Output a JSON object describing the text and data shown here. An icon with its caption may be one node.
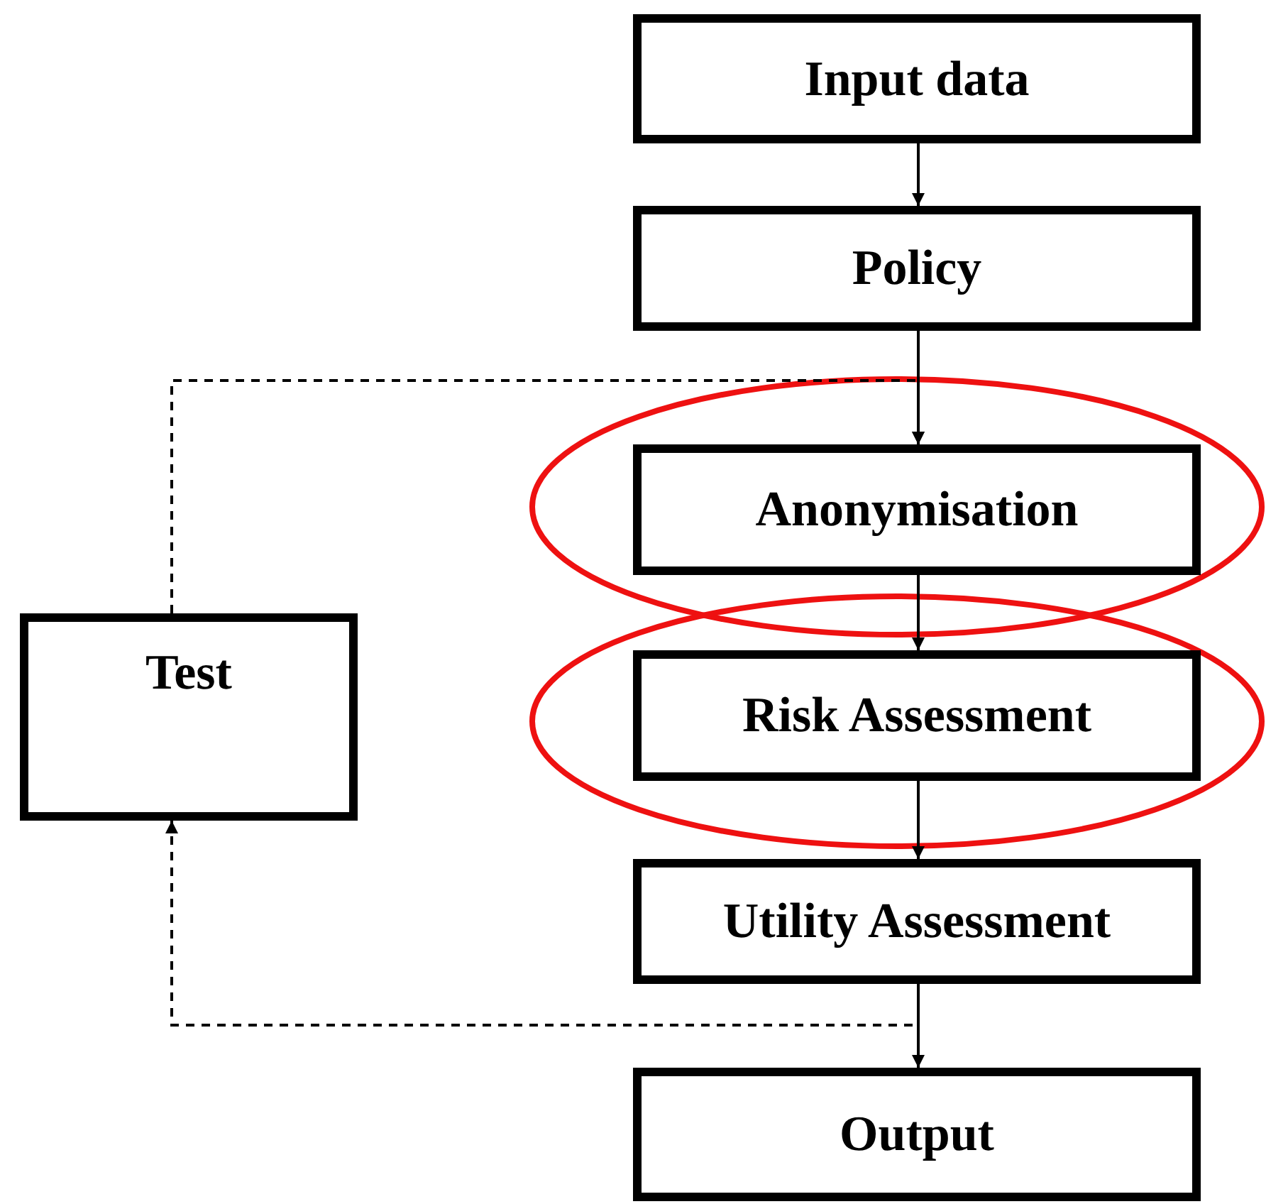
{
  "diagram": {
    "nodes": [
      {
        "text": [
          "Input data"
        ]
      },
      {
        "text": [
          "Policy"
        ]
      },
      {
        "text": [
          "Anonymisation"
        ]
      },
      {
        "text": [
          "Risk Assessment"
        ]
      },
      {
        "text": [
          "Utility Assessment"
        ]
      },
      {
        "text": [
          "Output"
        ]
      },
      {
        "text": [
          "Test"
        ]
      }
    ],
    "edges": [
      {
        "from": 0,
        "to": 1,
        "arrow": "to"
      },
      {
        "from": 1,
        "to": 2,
        "arrow": "to"
      },
      {
        "from": 2,
        "to": 3,
        "arrow": "to"
      },
      {
        "from": 3,
        "to": 4,
        "arrow": "to"
      },
      {
        "from": 4,
        "to": 5,
        "arrow": "to"
      },
      {
        "from": 4,
        "to": 6,
        "arrow": "to",
        "style": "dashed"
      },
      {
        "from": 6,
        "to": 2,
        "arrow": "to",
        "style": "dashed"
      }
    ]
  }
}
